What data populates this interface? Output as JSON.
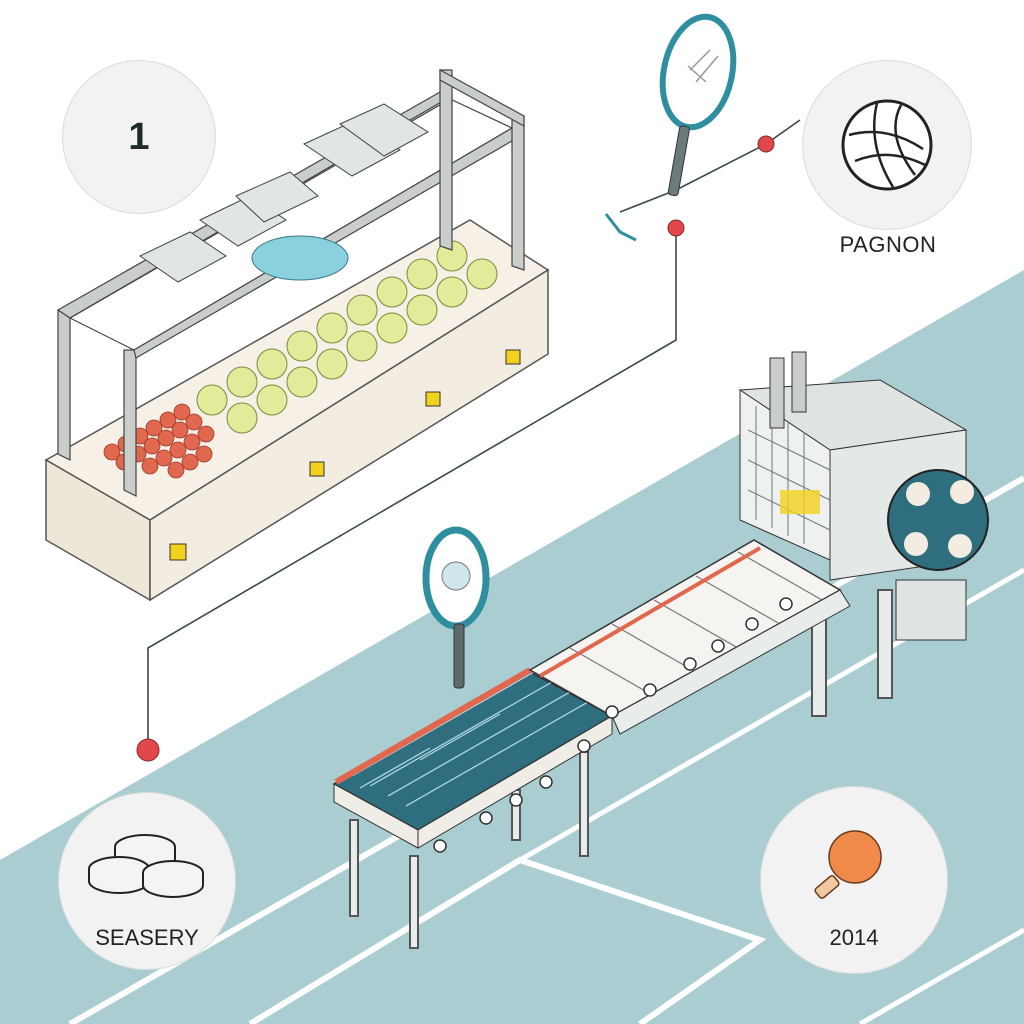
{
  "step_badge": {
    "number": "1"
  },
  "volleyball_badge": {
    "icon": "volleyball-icon",
    "label": "PAGNON"
  },
  "pucks_badge": {
    "icon": "pucks-icon",
    "label": "SEASERY"
  },
  "pingpong_badge": {
    "icon": "ping-pong-paddle-icon",
    "label": "2014"
  },
  "colors": {
    "court": "#a9cdd0",
    "court_lines": "#ffffff",
    "frame": "#4f7f83",
    "machine_body": "#f3ece1",
    "tennis_ball": "#e3eb9a",
    "red_balls": "#e2674f",
    "connector_dot": "#e2474b",
    "sticker": "#f2d21b",
    "racket": "#2f8fa0",
    "paddle": "#f08a4b"
  }
}
